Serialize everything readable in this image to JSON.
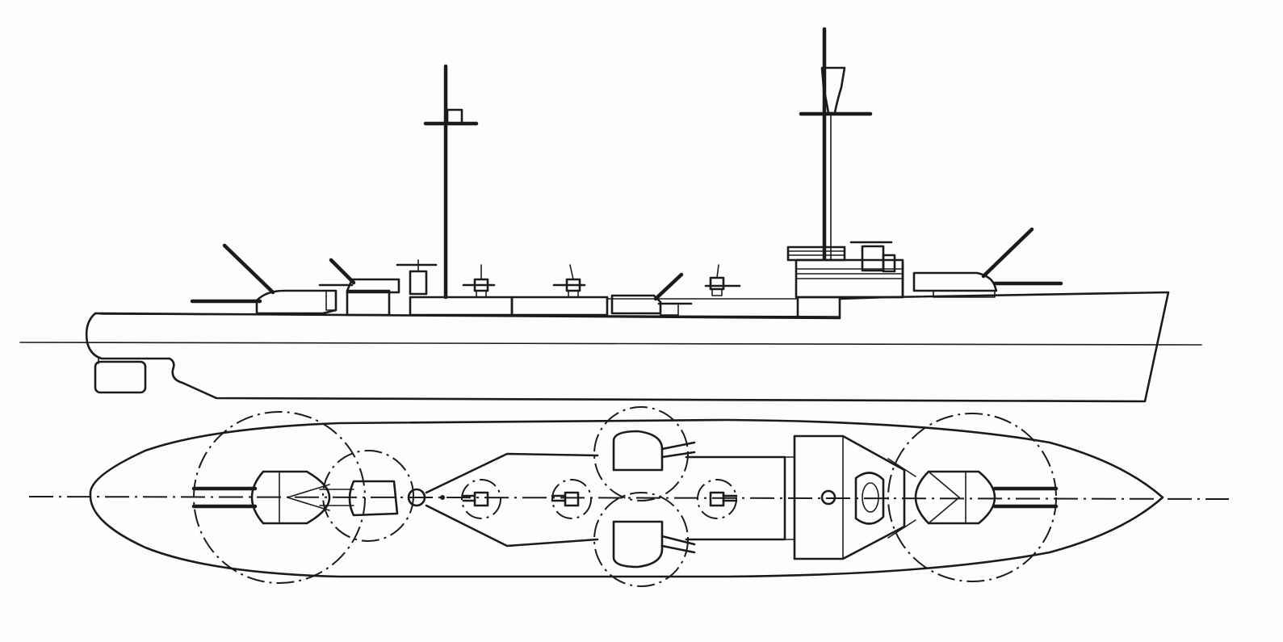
{
  "drawing": {
    "kind": "warship design drawing",
    "views": [
      "profile",
      "plan"
    ],
    "line_color": "#1b1b1b",
    "paper_color": "#fdfdfb",
    "text_labels": []
  }
}
